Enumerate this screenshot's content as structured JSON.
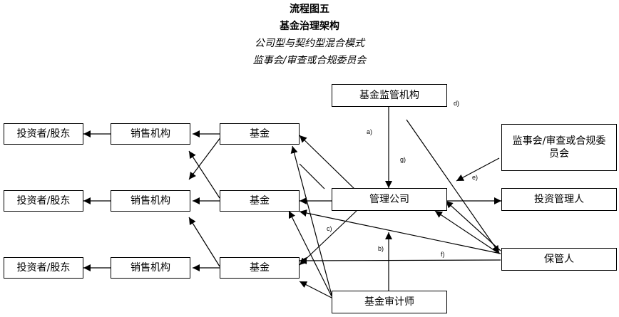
{
  "titles": {
    "t1": "流程图五",
    "t2": "基金治理架构",
    "t3": "公司型与契约型混合模式",
    "t4": "监事会/审查或合规委员会"
  },
  "boxes": {
    "investor1": "投资者/股东",
    "investor2": "投资者/股东",
    "investor3": "投资者/股东",
    "sales1": "销售机构",
    "sales2": "销售机构",
    "sales3": "销售机构",
    "fund1": "基金",
    "fund2": "基金",
    "fund3": "基金",
    "regulator": "基金监管机构",
    "management": "管理公司",
    "supervisory": "监事会/审查或合规委员会",
    "investment_manager": "投资管理人",
    "custodian": "保管人",
    "auditor": "基金审计师"
  },
  "labels": {
    "a": "a)",
    "b": "b)",
    "c": "c)",
    "d": "d)",
    "e": "e)",
    "f": "f)",
    "g": "g)"
  }
}
